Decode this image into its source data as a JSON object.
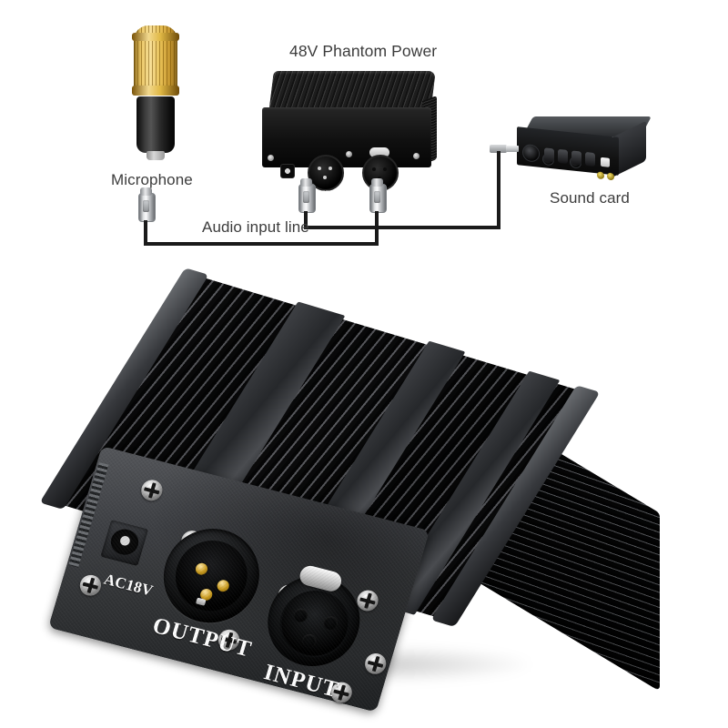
{
  "background_color": "#ffffff",
  "diagram": {
    "title": "48V Phantom Power",
    "labels": {
      "microphone": "Microphone",
      "audio_input_line": "Audio input line",
      "sound_card": "Sound card"
    },
    "unit_panel": {
      "power_label": "AC18V",
      "output_label": "OUTPUT",
      "input_label": "INPUT"
    }
  },
  "product": {
    "panel": {
      "power_label": "AC18V",
      "output_label": "OUTPUT",
      "input_label": "INPUT"
    }
  },
  "colors": {
    "text": "#3c3c3c",
    "panel_text": "#ffffff",
    "wire": "#1a1a1a",
    "mic_gold": "#e2b849",
    "chassis_black": "#1d1f21",
    "screw_silver": "#d2d2d2",
    "rca_yellow": "#f5e06a"
  }
}
